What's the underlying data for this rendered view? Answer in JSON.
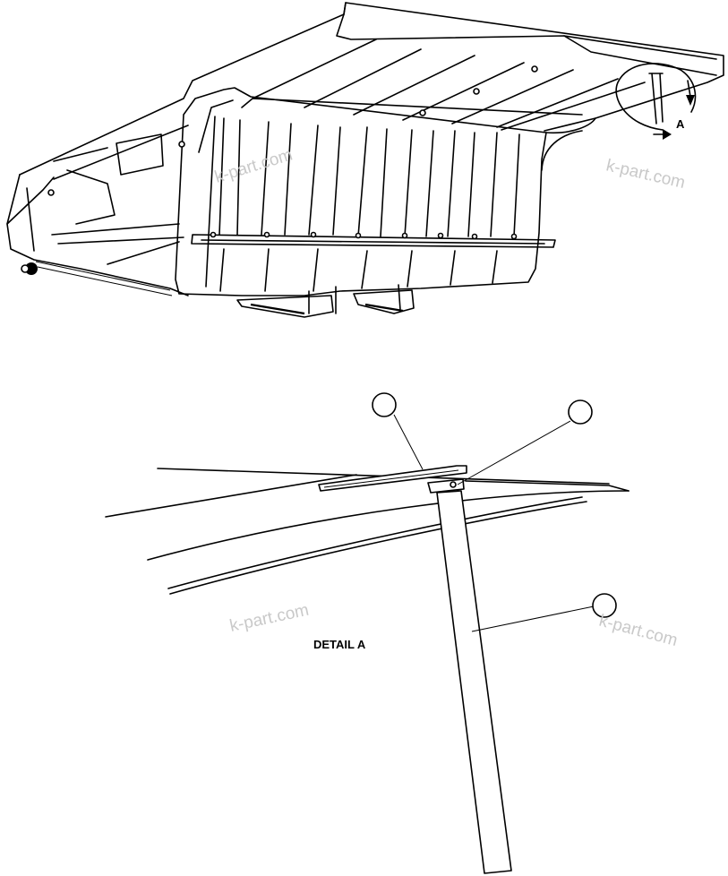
{
  "watermarks": [
    "k-part.com",
    "k-part.com",
    "k-part.com",
    "k-part.com"
  ],
  "detail_marker_letter": "A",
  "detail_caption": "DETAIL A",
  "callouts": [
    {
      "id": "callout-1",
      "label": ""
    },
    {
      "id": "callout-2",
      "label": ""
    },
    {
      "id": "callout-3",
      "label": ""
    }
  ]
}
